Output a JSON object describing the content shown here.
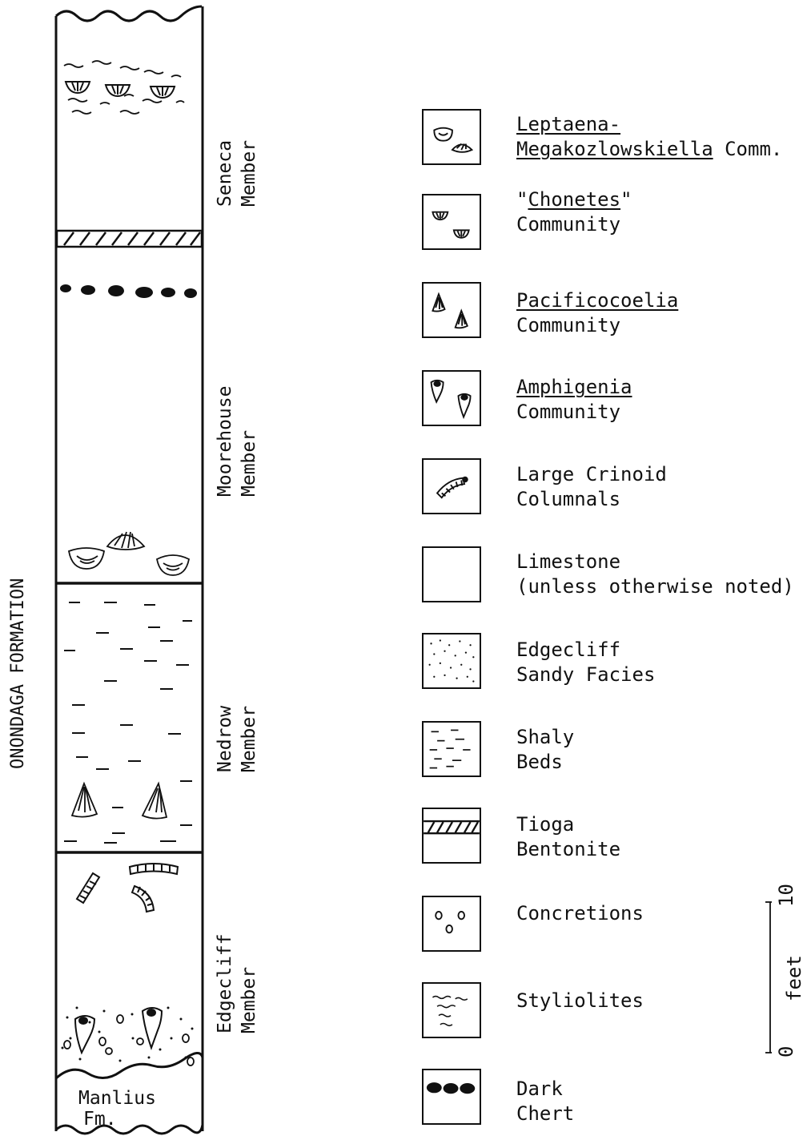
{
  "formation_label": "ONONDAGA FORMATION",
  "members": [
    {
      "id": "seneca",
      "line1": "Seneca",
      "line2": "Member"
    },
    {
      "id": "moorehouse",
      "line1": "Moorehouse",
      "line2": "Member"
    },
    {
      "id": "nedrow",
      "line1": "Nedrow",
      "line2": "Member"
    },
    {
      "id": "edgecliff",
      "line1": "Edgecliff",
      "line2": "Member"
    }
  ],
  "base_unit": {
    "line1": "Manlius",
    "line2": "Fm."
  },
  "legend": [
    {
      "id": "leptaena",
      "symbol": "leptaena-icon",
      "line1": "Leptaena-",
      "line2_u": "Megakozlowskiella",
      "line2_rest": " Comm."
    },
    {
      "id": "chonetes",
      "symbol": "chonetes-icon",
      "line1_pre": "\"",
      "line1_u": "Chonetes",
      "line1_post": "\"",
      "line2": "Community"
    },
    {
      "id": "pacificocoelia",
      "symbol": "pacificocoelia-icon",
      "line1_u": "Pacificocoelia",
      "line2": "Community"
    },
    {
      "id": "amphigenia",
      "symbol": "amphigenia-icon",
      "line1_u": "Amphigenia",
      "line2": "Community"
    },
    {
      "id": "crinoid",
      "symbol": "crinoid-columnal-icon",
      "line1": "Large Crinoid",
      "line2": "Columnals"
    },
    {
      "id": "limestone",
      "symbol": "limestone-icon",
      "line1": "Limestone",
      "line2": "(unless otherwise noted)"
    },
    {
      "id": "sandy",
      "symbol": "sandy-facies-icon",
      "line1": "Edgecliff",
      "line2": "Sandy Facies"
    },
    {
      "id": "shaly",
      "symbol": "shaly-beds-icon",
      "line1": "Shaly",
      "line2": "Beds"
    },
    {
      "id": "tioga",
      "symbol": "bentonite-icon",
      "line1": "Tioga",
      "line2": "Bentonite"
    },
    {
      "id": "concretions",
      "symbol": "concretions-icon",
      "line1": "Concretions",
      "line2": ""
    },
    {
      "id": "styliolites",
      "symbol": "styliolites-icon",
      "line1": "Styliolites",
      "line2": ""
    },
    {
      "id": "chert",
      "symbol": "chert-icon",
      "line1": "Dark",
      "line2": "Chert"
    }
  ],
  "scale": {
    "top_value": "10",
    "bottom_value": "0",
    "unit": "feet"
  }
}
